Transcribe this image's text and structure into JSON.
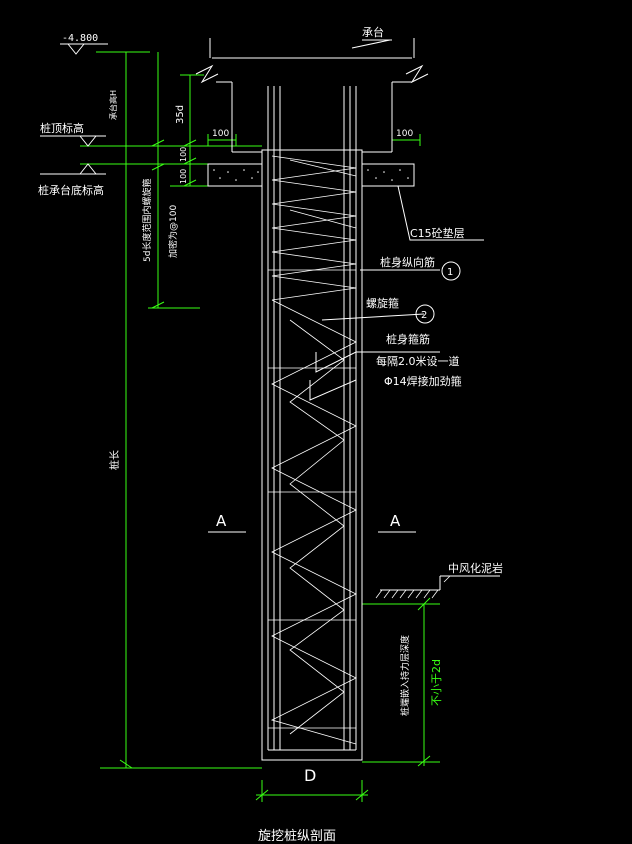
{
  "elevation": "-4.800",
  "cap_label": "承台",
  "cap_embed": "承台高H",
  "anchor_35d": "35d",
  "dim_100": "100",
  "pile_top_label": "桩顶标高",
  "cap_bottom_label": "桩承台底标高",
  "spiral_dense_note": "5d长度范围内螺旋箍",
  "spiral_dense_spacing": "加密为@100",
  "c15_label": "C15砼垫层",
  "rebar_long_label": "桩身纵向筋",
  "callout_1": "1",
  "spiral_label": "螺旋箍",
  "callout_2": "2",
  "stirrup_label": "桩身箍筋",
  "stiffener_line1": "每隔2.0米设一道",
  "stiffener_line2": "Φ14焊接加劲箍",
  "pile_length_label": "桩长",
  "section_mark_left": "A",
  "section_mark_right": "A",
  "rock_label": "中风化泥岩",
  "socket_note": "桩端嵌入持力层深度",
  "socket_dim": "不小于2d",
  "diameter_label": "D",
  "title": "旋挖桩纵剖面",
  "colors": {
    "lines": "#ffffff",
    "dims": "#39ff14",
    "background": "#000000"
  }
}
